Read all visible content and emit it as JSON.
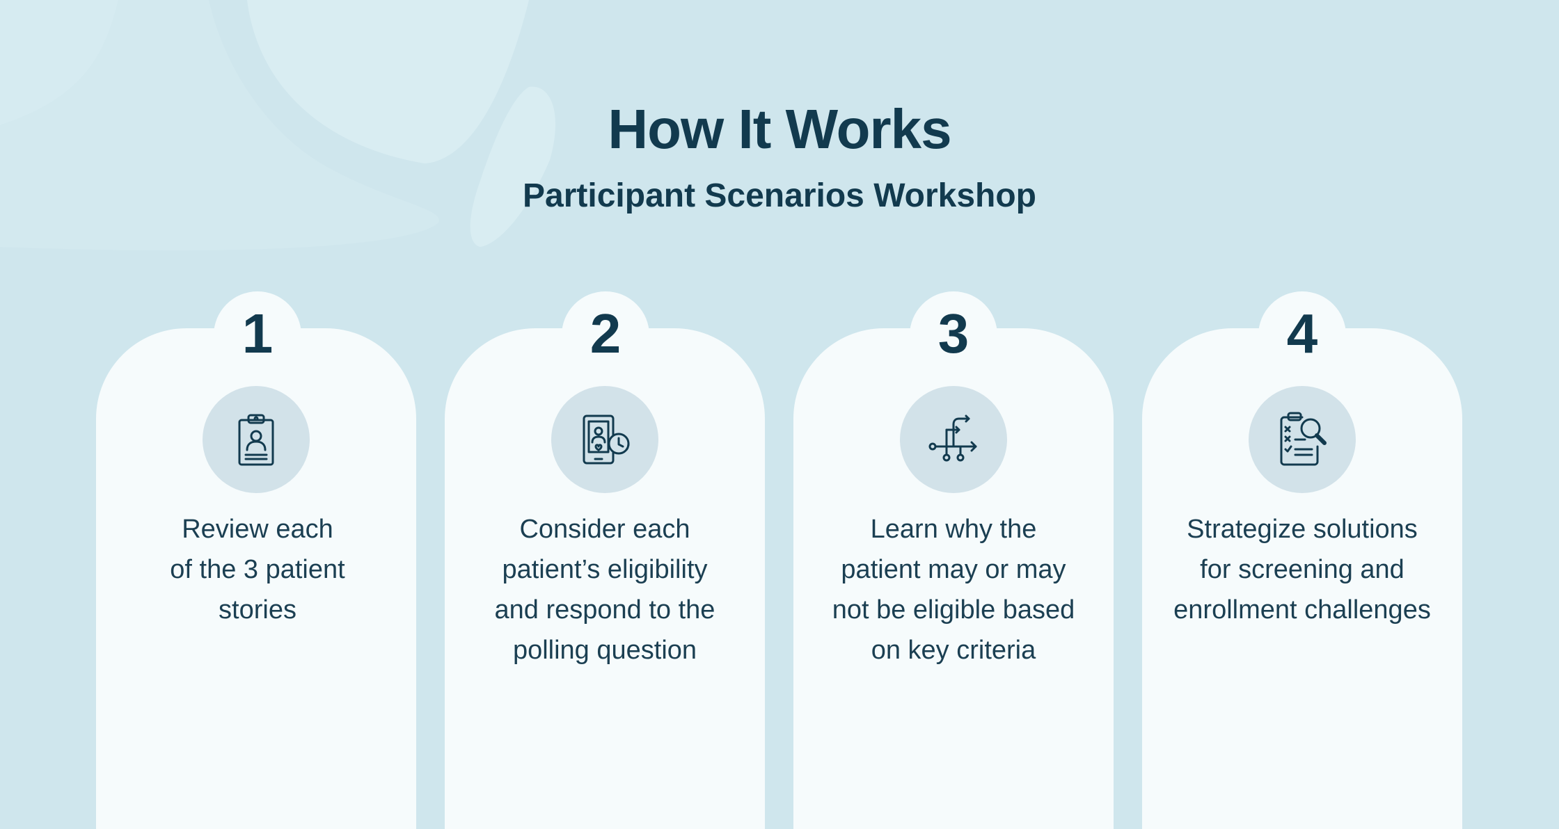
{
  "header": {
    "title": "How It Works",
    "subtitle": "Participant Scenarios Workshop"
  },
  "colors": {
    "background": "#cfe6ed",
    "card": "#f6fbfc",
    "icon_circle": "#d2e2e9",
    "text": "#123a4e"
  },
  "steps": [
    {
      "number": "1",
      "icon": "clipboard-person-icon",
      "lines": [
        "Review each",
        "of the 3 patient",
        "stories"
      ]
    },
    {
      "number": "2",
      "icon": "tablet-heart-clock-icon",
      "lines": [
        "Consider each",
        "patient’s eligibility",
        "and respond to the",
        "polling question"
      ]
    },
    {
      "number": "3",
      "icon": "decision-flow-arrows-icon",
      "lines": [
        "Learn why the",
        "patient may or may",
        "not be eligible based",
        "on key criteria"
      ]
    },
    {
      "number": "4",
      "icon": "checklist-magnifier-icon",
      "lines": [
        "Strategize solutions",
        "for screening and",
        "enrollment challenges"
      ]
    }
  ]
}
